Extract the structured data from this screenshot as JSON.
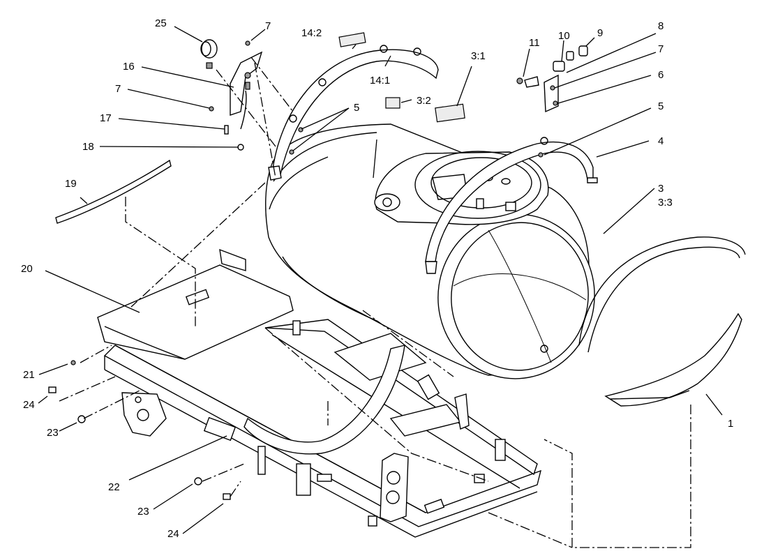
{
  "callouts": [
    {
      "id": "c1",
      "text": "1"
    },
    {
      "id": "c3",
      "text": "3"
    },
    {
      "id": "c33",
      "text": "3:3"
    },
    {
      "id": "c31",
      "text": "3:1"
    },
    {
      "id": "c32",
      "text": "3:2"
    },
    {
      "id": "c4",
      "text": "4"
    },
    {
      "id": "c5a",
      "text": "5"
    },
    {
      "id": "c5b",
      "text": "5"
    },
    {
      "id": "c6",
      "text": "6"
    },
    {
      "id": "c7a",
      "text": "7"
    },
    {
      "id": "c7b",
      "text": "7"
    },
    {
      "id": "c7c",
      "text": "7"
    },
    {
      "id": "c8",
      "text": "8"
    },
    {
      "id": "c9",
      "text": "9"
    },
    {
      "id": "c10",
      "text": "10"
    },
    {
      "id": "c11",
      "text": "11"
    },
    {
      "id": "c141",
      "text": "14:1"
    },
    {
      "id": "c142",
      "text": "14:2"
    },
    {
      "id": "c16",
      "text": "16"
    },
    {
      "id": "c17",
      "text": "17"
    },
    {
      "id": "c18",
      "text": "18"
    },
    {
      "id": "c19",
      "text": "19"
    },
    {
      "id": "c20",
      "text": "20"
    },
    {
      "id": "c21",
      "text": "21"
    },
    {
      "id": "c22",
      "text": "22"
    },
    {
      "id": "c23a",
      "text": "23"
    },
    {
      "id": "c23b",
      "text": "23"
    },
    {
      "id": "c24a",
      "text": "24"
    },
    {
      "id": "c24b",
      "text": "24"
    },
    {
      "id": "c25",
      "text": "25"
    }
  ]
}
